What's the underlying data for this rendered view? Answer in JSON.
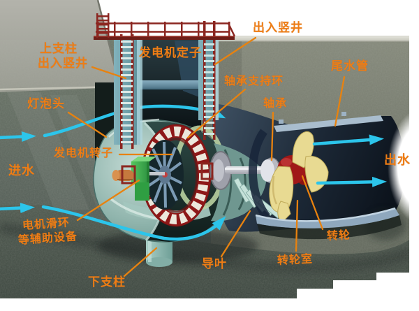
{
  "diagram": {
    "type": "bulb-turbine-cutaway-illustration",
    "labels": {
      "upper_support": "上支柱",
      "access_shaft_left": "出入竖井",
      "generator_stator": "发电机定子",
      "access_shaft_top": "出入竖井",
      "bearing_support_ring": "轴承支持环",
      "bearing": "轴承",
      "draft_tube": "尾水管",
      "bulb_head": "灯泡头",
      "generator_rotor": "发电机转子",
      "water_inlet": "进水",
      "motor_slip_ring": "电机滑环",
      "auxiliary_equipment": "等辅助设备",
      "lower_support": "下支柱",
      "guide_vane": "导叶",
      "runner_chamber": "转轮室",
      "runner": "转轮",
      "water_outlet": "出水"
    },
    "flow": {
      "medium": "water",
      "direction": "left-to-right"
    },
    "palette": {
      "label_text": "#EE7D15",
      "flow_arrow": "#2CC5EB",
      "ladder_red": "#8B2620",
      "bulb_shell_teal": "#8FB4AC",
      "rotor_rim_red": "#8E1818",
      "runner_blade_yellow": "#E8DA92",
      "concrete_gray": "#6A7466",
      "draft_tube_navy": "#1A2636"
    }
  }
}
